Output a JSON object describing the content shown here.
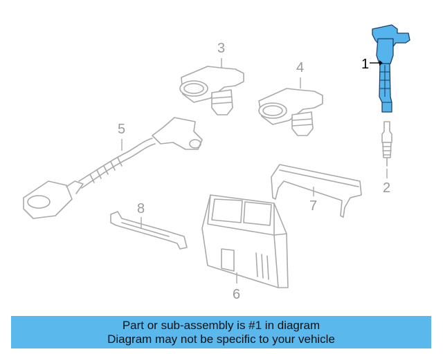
{
  "callouts": {
    "c1": "1",
    "c2": "2",
    "c3": "3",
    "c4": "4",
    "c5": "5",
    "c6": "6",
    "c7": "7",
    "c8": "8"
  },
  "banner": {
    "line1": "Part or sub-assembly is #1 in diagram",
    "line2": "Diagram may not be specific to your vehicle"
  },
  "colors": {
    "highlight": "#55b4ec",
    "banner": "#5ab8ec",
    "outline": "#a9a9a9"
  }
}
